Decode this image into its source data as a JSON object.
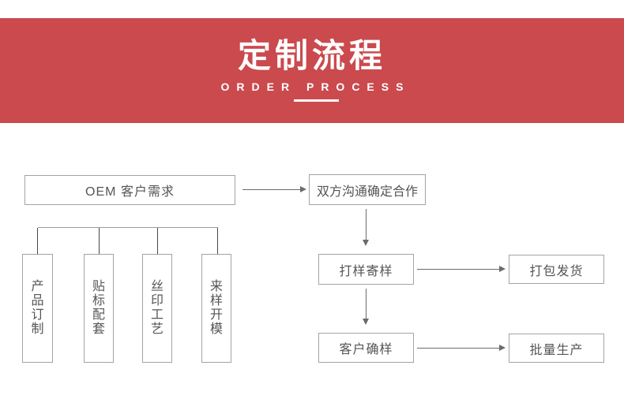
{
  "header": {
    "title_cn": "定制流程",
    "title_en": "ORDER PROCESS",
    "background_color": "#ca4a4e",
    "text_color": "#ffffff"
  },
  "flowchart": {
    "nodes": {
      "oem": {
        "label": "OEM 客户需求"
      },
      "negotiate": {
        "label": "双方沟通确定合作"
      },
      "sample": {
        "label": "打样寄样"
      },
      "ship": {
        "label": "打包发货"
      },
      "confirm": {
        "label": "客户确样"
      },
      "mass": {
        "label": "批量生产"
      }
    },
    "branches": [
      {
        "label": "产品订制"
      },
      {
        "label": "贴标配套"
      },
      {
        "label": "丝印工艺"
      },
      {
        "label": "来样开模"
      }
    ],
    "colors": {
      "box_border": "#a3a3a3",
      "box_text": "#555555",
      "connector_line": "#6b6b6b",
      "branch_drop_line": "#474747",
      "branch_rail_line": "#9a9a9a"
    }
  }
}
